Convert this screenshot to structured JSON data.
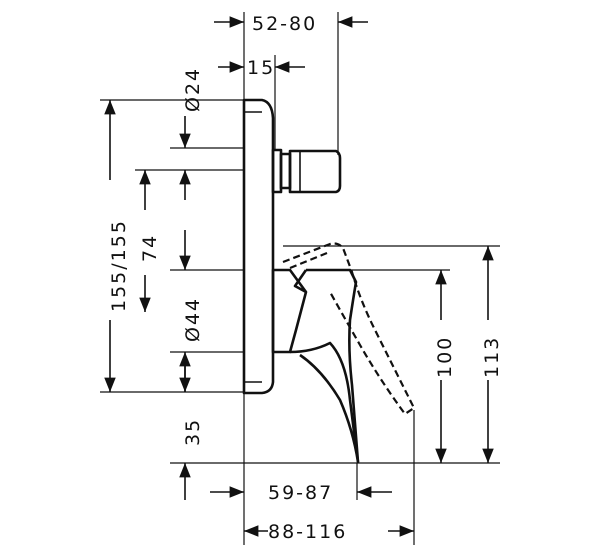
{
  "diagram": {
    "labels": {
      "top_width": "52-80",
      "nut_width": "15",
      "diameter_top": "Ø24",
      "diameter_bottom": "Ø44",
      "height_total": "155/155",
      "height_center": "74",
      "bottom_offset": "35",
      "lever_height": "100",
      "lever_height_total": "113",
      "depth_inner": "59-87",
      "depth_outer": "88-116"
    },
    "colors": {
      "ink": "#111111",
      "background": "#ffffff"
    }
  }
}
